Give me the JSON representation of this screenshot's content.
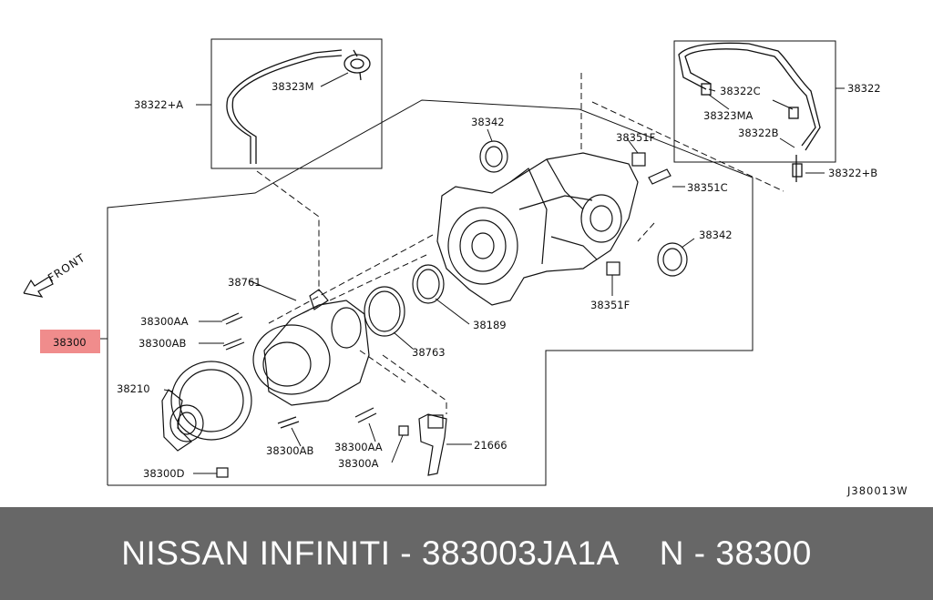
{
  "diagram": {
    "front_label": "FRONT",
    "code": "J380013W",
    "parts": {
      "p38322A": "38322+A",
      "p38323M": "38323M",
      "p38342_top": "38342",
      "p38351F_top": "38351F",
      "p38351C": "38351C",
      "p38342_right": "38342",
      "p38351F_bot": "38351F",
      "p38322C": "38322C",
      "p38323MA": "38323MA",
      "p38322B": "38322B",
      "p38322": "38322",
      "p38322B_plus": "38322+B",
      "p38761": "38761",
      "p38300AA_top": "38300AA",
      "p38300AB_top": "38300AB",
      "p38300": "38300",
      "p38210": "38210",
      "p38300D": "38300D",
      "p38189": "38189",
      "p38763": "38763",
      "p38300AB_bot": "38300AB",
      "p38300AA_bot": "38300AA",
      "p38300A": "38300A",
      "p21666": "21666"
    }
  },
  "footer": {
    "brand": "NISSAN INFINITI - 383003JA1A",
    "ref": "N - 38300"
  },
  "colors": {
    "highlight": "#f08c8c",
    "footer_bg": "#676767"
  }
}
